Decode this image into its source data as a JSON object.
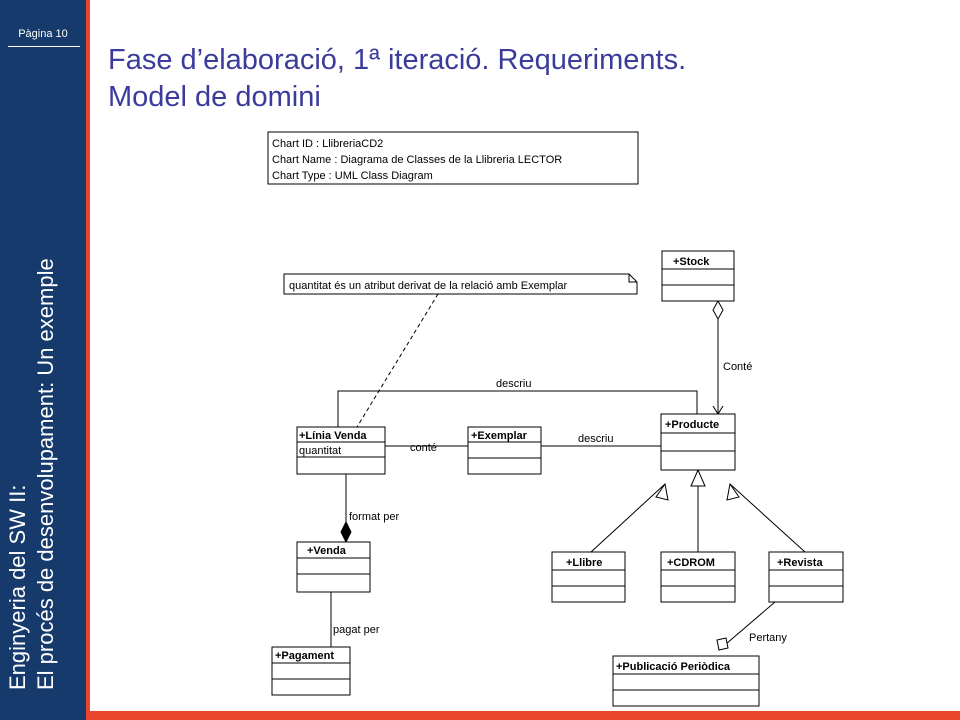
{
  "header": {
    "page_label": "Pàgina 10",
    "sidebar_line1": "Enginyeria del SW II:",
    "sidebar_line2": "El procés de desenvolupament: Un exemple",
    "title_line1": "Fase d’elaboració, 1ª iteració. Requeriments.",
    "title_line2": "Model de domini"
  },
  "chart_info": {
    "id": "Chart ID : LlibreriaCD2",
    "name": "Chart Name : Diagrama de Classes de la Llibreria LECTOR",
    "type": "Chart Type : UML Class Diagram"
  },
  "note": "quantitat és un atribut derivat de la relació amb Exemplar",
  "classes": {
    "stock": "+Stock",
    "linia_venda": "+Línia Venda",
    "linia_venda_attr": "quantitat",
    "exemplar": "+Exemplar",
    "producte": "+Producte",
    "venda": "+Venda",
    "pagament": "+Pagament",
    "llibre": "+Llibre",
    "cdrom": "+CDROM",
    "revista": "+Revista",
    "publicacio": "+Publicació Periòdica"
  },
  "associations": {
    "descriu_top": "descriu",
    "descriu_mid": "descriu",
    "conte_lower": "conté",
    "conte_upper": "Conté",
    "format_per": "format per",
    "pagat_per": "pagat per",
    "pertany": "Pertany"
  },
  "colors": {
    "sidebar": "#173a6d",
    "accent": "#e8452b",
    "title": "#3b3b9b"
  }
}
